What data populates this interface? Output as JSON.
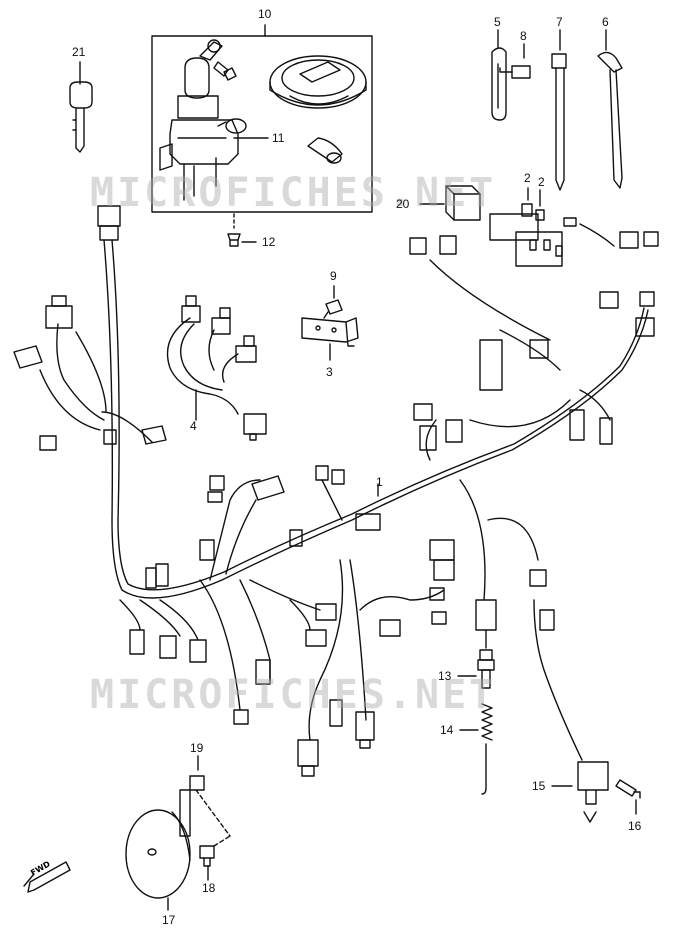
{
  "watermark": "MICROFICHES.NET",
  "fwd_label": "FWD",
  "part_labels": {
    "p1": "1",
    "p2a": "2",
    "p2b": "2",
    "p3": "3",
    "p4": "4",
    "p5": "5",
    "p6": "6",
    "p7": "7",
    "p8": "8",
    "p9": "9",
    "p10": "10",
    "p11": "11",
    "p12": "12",
    "p13": "13",
    "p14": "14",
    "p15": "15",
    "p16": "16",
    "p17": "17",
    "p18": "18",
    "p19": "19",
    "p20": "20",
    "p21": "21"
  },
  "colors": {
    "line": "#111111",
    "watermark": "#aaaaaa"
  }
}
